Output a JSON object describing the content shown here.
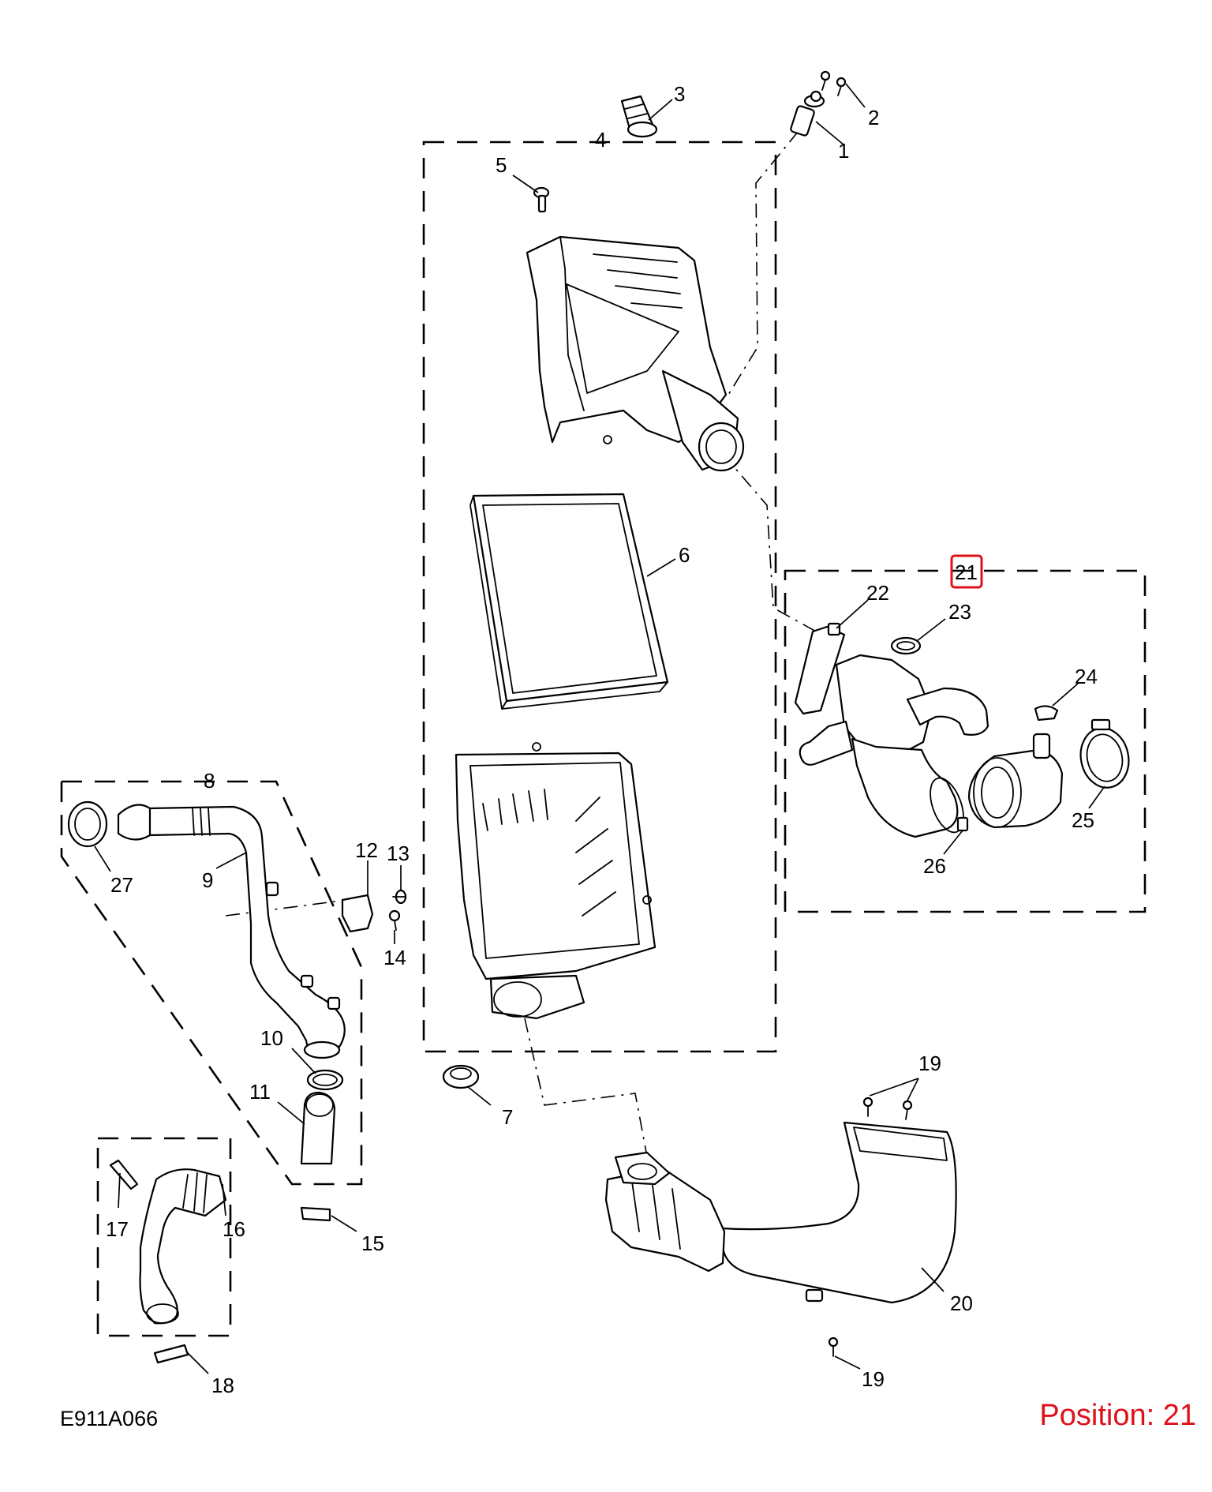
{
  "diagram_code": "E911A066",
  "position_label": "Position: 21",
  "highlight_color": "#e0101a",
  "highlighted_callout": "21",
  "callouts": {
    "c1": "1",
    "c2": "2",
    "c3": "3",
    "c4": "4",
    "c5": "5",
    "c6": "6",
    "c7": "7",
    "c8": "8",
    "c9": "9",
    "c10": "10",
    "c11": "11",
    "c12": "12",
    "c13": "13",
    "c14": "14",
    "c15": "15",
    "c16": "16",
    "c17": "17",
    "c18": "18",
    "c19a": "19",
    "c19b": "19",
    "c20": "20",
    "c21": "21",
    "c22": "22",
    "c23": "23",
    "c24": "24",
    "c25": "25",
    "c26": "26",
    "c27": "27"
  }
}
